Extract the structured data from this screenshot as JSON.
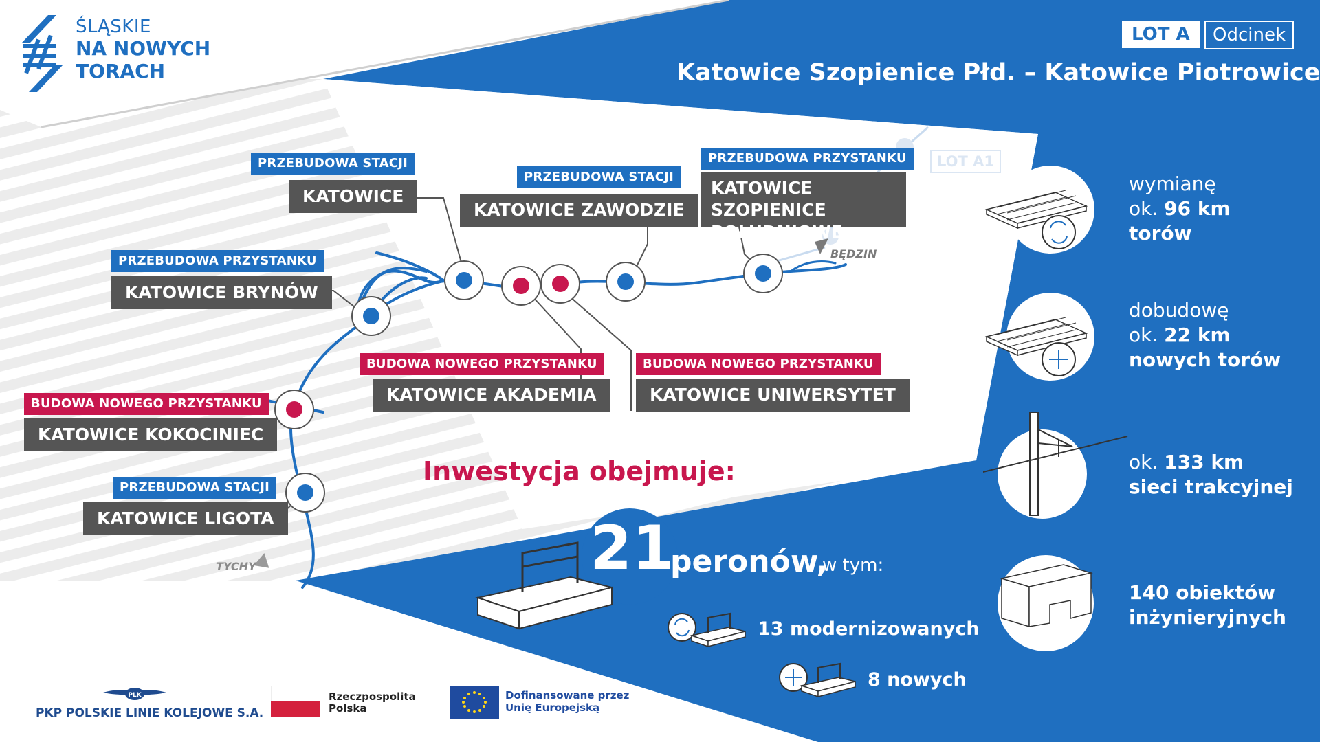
{
  "brand": {
    "line1": "ŚLĄSKIE",
    "line2": "NA NOWYCH",
    "line3": "TORACH"
  },
  "header": {
    "lot": "LOT A",
    "section": "Odcinek",
    "title": "Katowice Szopienice Płd. – Katowice Piotrowice"
  },
  "colors": {
    "blue": "#1f6fc0",
    "red": "#c8174e",
    "gray": "#555555",
    "white": "#ffffff"
  },
  "stations": [
    {
      "tag": "PRZEBUDOWA STACJI",
      "name": "KATOWICE",
      "type": "blue"
    },
    {
      "tag": "PRZEBUDOWA STACJI",
      "name": "KATOWICE ZAWODZIE",
      "type": "blue"
    },
    {
      "tag": "PRZEBUDOWA PRZYSTANKU",
      "name": "KATOWICE SZOPIENICE POŁUDNIOWE",
      "type": "blue"
    },
    {
      "tag": "PRZEBUDOWA PRZYSTANKU",
      "name": "KATOWICE BRYNÓW",
      "type": "blue"
    },
    {
      "tag": "BUDOWA NOWEGO PRZYSTANKU",
      "name": "KATOWICE AKADEMIA",
      "type": "red"
    },
    {
      "tag": "BUDOWA NOWEGO PRZYSTANKU",
      "name": "KATOWICE UNIWERSYTET",
      "type": "red"
    },
    {
      "tag": "BUDOWA NOWEGO PRZYSTANKU",
      "name": "KATOWICE KOKOCINIEC",
      "type": "red"
    },
    {
      "tag": "PRZEBUDOWA STACJI",
      "name": "KATOWICE LIGOTA",
      "type": "blue"
    }
  ],
  "map_labels": {
    "lot_a1": "LOT A1",
    "bedzin": "BĘDZIN",
    "tychy": "TYCHY"
  },
  "investment": {
    "heading": "Inwestycja obejmuje:",
    "platforms_number": "21",
    "platforms_word": "peronów,",
    "platforms_suffix": "w tym:",
    "modernized": "13 modernizowanych",
    "new": "8 nowych"
  },
  "stats": [
    {
      "pre": "wymianę",
      "line2_pre": "ok. ",
      "line2_bold": "96 km",
      "line3_bold": "torów",
      "icon": "track-replace-icon"
    },
    {
      "pre": "dobudowę",
      "line2_pre": "ok. ",
      "line2_bold": "22 km",
      "line3_bold": "nowych torów",
      "icon": "track-add-icon"
    },
    {
      "line1_pre": "ok. ",
      "line1_bold": "133 km",
      "line2_bold": "sieci trakcyjnej",
      "icon": "catenary-icon"
    },
    {
      "line1_bold": "140 obiektów",
      "line2_bold": "inżynieryjnych",
      "icon": "bridge-icon"
    }
  ],
  "footer": {
    "pkp": "PKP POLSKIE LINIE KOLEJOWE S.A.",
    "pkp_logo_text": "PLK",
    "rp_line1": "Rzeczpospolita",
    "rp_line2": "Polska",
    "eu_line1": "Dofinansowane przez",
    "eu_line2": "Unię Europejską"
  }
}
